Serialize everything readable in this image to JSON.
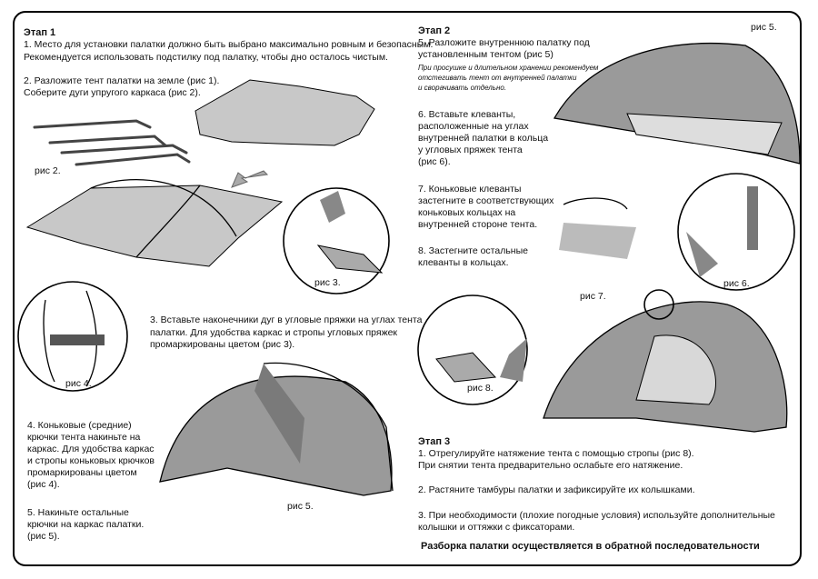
{
  "stage1": {
    "heading": "Этап 1",
    "step1_line1": "1. Место для установки палатки должно быть выбрано максимально ровным и безопасным.",
    "step1_line2": "Рекомендуется использовать подстилку под палатку, чтобы дно осталось чистым.",
    "step2_line1": "2. Разложите тент палатки на земле (рис 1).",
    "step2_line2": "Соберите дуги упругого каркаса (рис 2).",
    "step3_line1": "3. Вставьте наконечники дуг в угловые пряжки на углах тента",
    "step3_line2": "палатки. Для удобства каркас и стропы угловых пряжек",
    "step3_line3": "промаркированы цветом (рис 3).",
    "step4_line1": "4. Коньковые (средние)",
    "step4_line2": "крючки тента накиньте на",
    "step4_line3": "каркас. Для удобства каркас",
    "step4_line4": "и стропы коньковых крючков",
    "step4_line5": "промаркированы цветом",
    "step4_line6": "(рис 4).",
    "step5_line1": "5. Накиньте остальные",
    "step5_line2": "крючки на каркас палатки.",
    "step5_line3": " (рис 5)."
  },
  "stage2": {
    "heading": "Этап 2",
    "step5_line1": "5. Разложите внутреннюю палатку под",
    "step5_line2": "установленным тентом (рис 5)",
    "note_line1": "При просушке и длительном хранении рекомендуем",
    "note_line2": "отстегивать тент от внутренней палатки",
    "note_line3": "и сворачивать отдельно.",
    "step6_line1": "6. Вставьте клеванты,",
    "step6_line2": "расположенные на углах",
    "step6_line3": "внутренней палатки в кольца",
    "step6_line4": "у угловых пряжек тента",
    "step6_line5": "(рис 6).",
    "step7_line1": "7. Коньковые клеванты",
    "step7_line2": "застегните в соответствующих",
    "step7_line3": "коньковых кольцах на",
    "step7_line4": "внутренней стороне тента.",
    "step8_line1": "8. Застегните остальные",
    "step8_line2": "клеванты в кольцах."
  },
  "stage3": {
    "heading": "Этап 3",
    "step1_line1": "1. Отрегулируйте натяжение тента с помощью стропы (рис 8).",
    "step1_line2": "При снятии тента предварительно ослабьте его натяжение.",
    "step2": "2. Растяните тамбуры палатки и зафиксируйте их колышками.",
    "step3_line1": "3. При необходимости (плохие погодные условия) используйте дополнительные",
    "step3_line2": "колышки и оттяжки с фиксаторами.",
    "footer": "Разборка палатки осуществляется в обратной последовательности"
  },
  "captions": {
    "fig2": "рис 2.",
    "fig3": "рис 3.",
    "fig4": "рис 4.",
    "fig5_left": "рис 5.",
    "fig5_right": "рис 5.",
    "fig6": "рис 6.",
    "fig7": "рис 7.",
    "fig8": "рис 8."
  }
}
